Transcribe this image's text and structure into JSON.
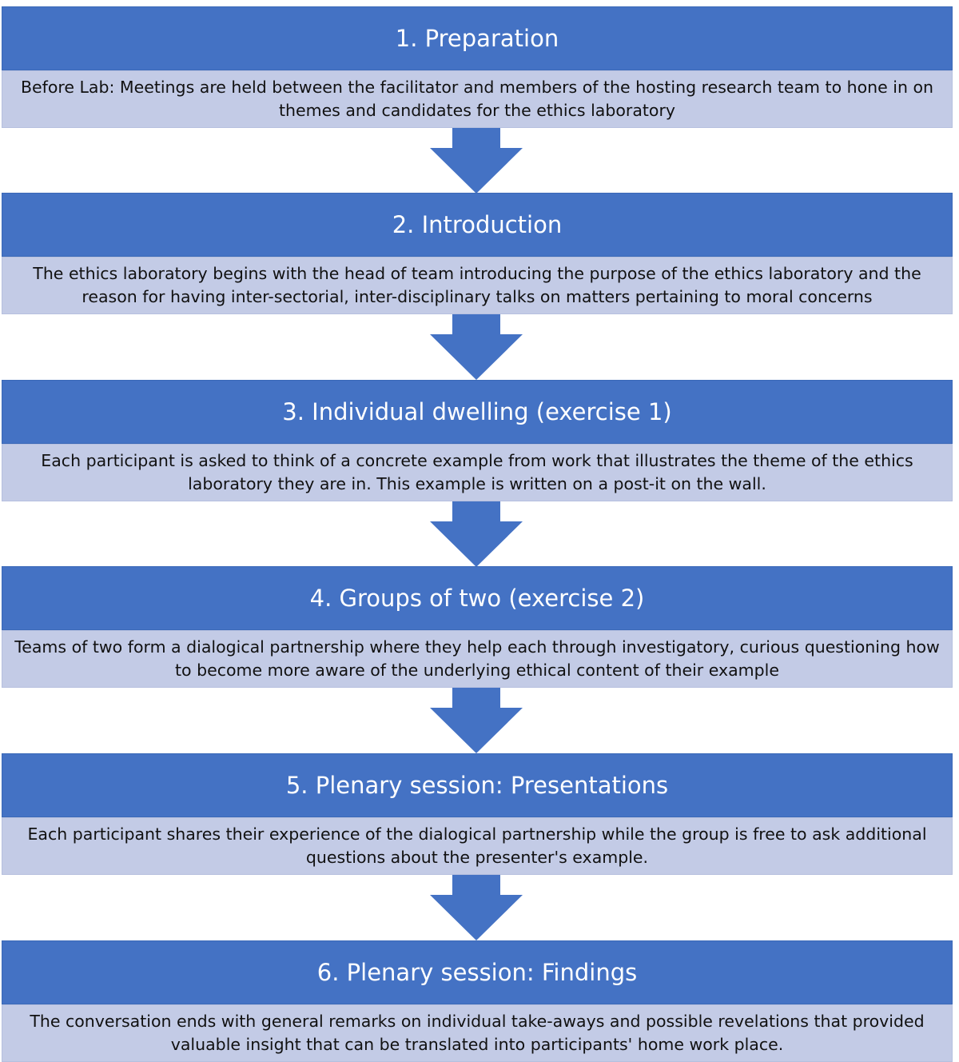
{
  "colors": {
    "header_bg": "#4472c4",
    "body_bg": "#c3cbe6",
    "arrow": "#4472c4"
  },
  "steps": [
    {
      "title": "1. Preparation",
      "description": "Before Lab: Meetings are held between the facilitator and members of the hosting research team to hone in on themes and candidates for the ethics laboratory"
    },
    {
      "title": "2. Introduction",
      "description": "The ethics laboratory begins with the head of team introducing the purpose of the ethics laboratory and the reason for having inter-sectorial, inter-disciplinary talks on matters pertaining to moral concerns"
    },
    {
      "title": "3. Individual dwelling (exercise 1)",
      "description": "Each participant is asked to think of a concrete example from work that illustrates the theme of the ethics laboratory they are in. This example is written on a post-it on the wall."
    },
    {
      "title": "4. Groups of two (exercise 2)",
      "description": "Teams of two form a dialogical partnership where they help each through investigatory, curious questioning how to become more aware of the underlying ethical content of their example"
    },
    {
      "title": "5. Plenary session: Presentations",
      "description": "Each participant shares their experience of the dialogical partnership while the group is free to ask additional questions about the presenter's example."
    },
    {
      "title": "6. Plenary session: Findings",
      "description": "The conversation ends with general remarks on individual take-aways and possible revelations that provided valuable insight that can be translated into participants' home work place."
    }
  ]
}
